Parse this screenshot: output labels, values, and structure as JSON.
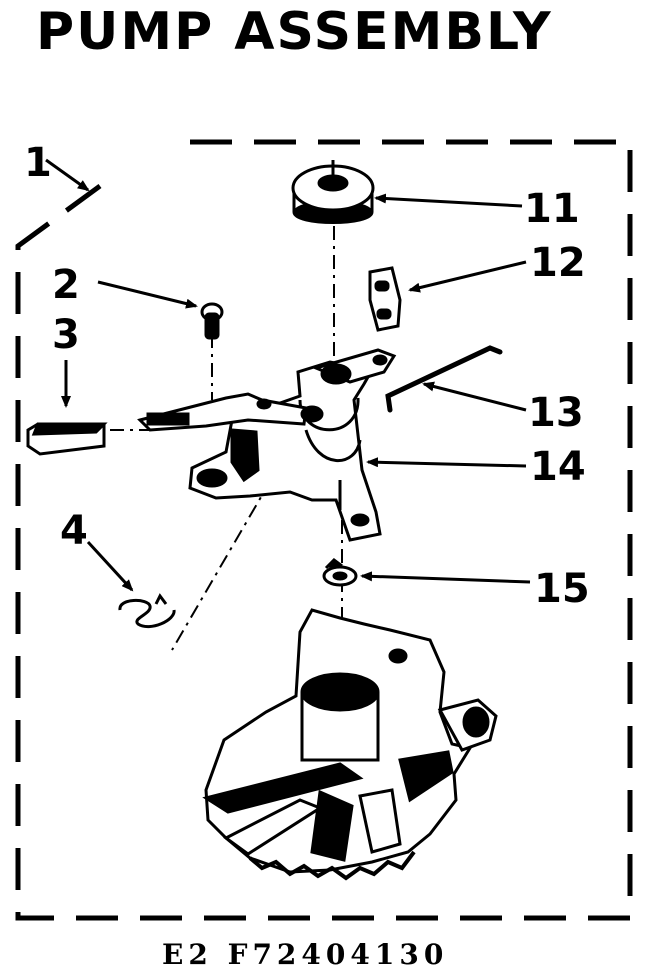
{
  "title": "PUMP ASSEMBLY",
  "footer_code": "E2 F72404130",
  "callouts": [
    "1",
    "2",
    "3",
    "4",
    "11",
    "12",
    "13",
    "14",
    "15"
  ]
}
